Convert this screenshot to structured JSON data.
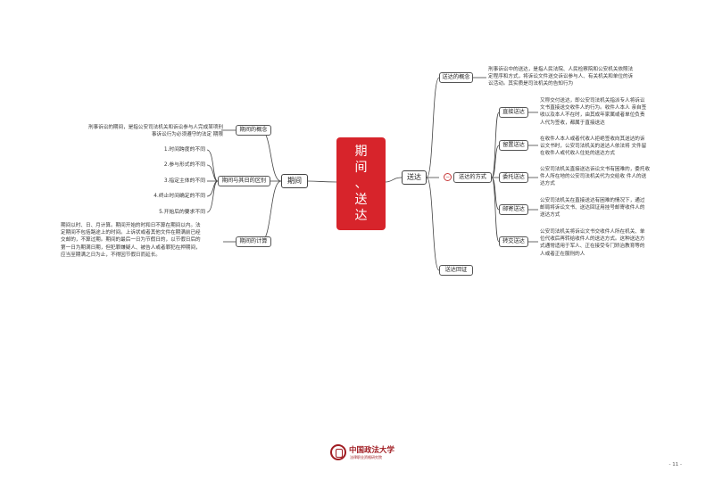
{
  "center": {
    "chars": [
      "期",
      "间",
      "、",
      "送",
      "达"
    ]
  },
  "left": {
    "main": "期间",
    "branches": [
      {
        "label": "期间的概念",
        "note": [
          "刑事诉讼的期间，是指公安司法机关和诉讼参与人完成某项刑",
          "事诉讼行为必须遵守的法定 期限"
        ]
      },
      {
        "label": "期间与其日的区别",
        "items": [
          "1.时间跨度的不同",
          "2.参与形式的不同",
          "3.指定主体的不同",
          "4.终止时间确定的不同",
          "5.开始后的要求不同"
        ]
      },
      {
        "label": "期间的计算",
        "note": [
          "期间以时、日、月计算。期间开始的时和日不算在期间以内。法",
          "定期间不包括路途上的时间。上诉状或者其他文件在期满前已经",
          "交邮的，不算过期。期间的最后一日为节假日的，以节假日后的",
          "第一日为期满日期，但犯罪嫌疑人、被告人或者罪犯在押期间，",
          "应当至期满之日为止，不得因节假日而延长。"
        ]
      }
    ]
  },
  "right": {
    "main": "送达",
    "concept": {
      "label": "送达的概念",
      "note": [
        "刑事诉讼中的送达，是指人民法院、人民检察院和公安机关依照法",
        "定程序和方式，将诉讼文件送交诉讼参与人、有关机关和单位的诉",
        "讼活动。其实质是司法机关的告知行为"
      ]
    },
    "methods": {
      "label": "送达的方式",
      "items": [
        {
          "label": "直接送达",
          "note": [
            "又称交付送达，即公安司法机关指派专人将诉讼",
            "文书直接送交收件人的行为。收件人本人 亲自签",
            "收以及本人不在时，由其成年家属或者单位负责",
            "人代为签收，都属于直接送达"
          ]
        },
        {
          "label": "留置送达",
          "note": [
            "在收件人本人或者代收人拒绝签收向其送达的诉",
            "讼文书时，公安司法机关的送达人依法将 文件留",
            "在收件人或代收人住处的送达方式"
          ]
        },
        {
          "label": "委托送达",
          "note": [
            "公安司法机关直接送达诉讼文书有困难的，委托收",
            "件人所在地的公安司法机关代为交给收 件人的送",
            "达方式"
          ]
        },
        {
          "label": "邮寄送达",
          "note": [
            "公安司法机关在直接送达有困难的情况下，通过",
            "邮局将诉讼文书、送达回证用挂号邮寄收件人的",
            "送达方式"
          ]
        },
        {
          "label": "转交送达",
          "note": [
            "公安司法机关将诉讼文书交收件人所在机关、单",
            "位代收后再转给收件人的送达方式。这种送达方",
            "式通常适用于军人、正在接受专门矫治教育等的",
            "人或者正在服刑的人"
          ]
        }
      ]
    },
    "receipt": {
      "label": "送达回证"
    }
  },
  "footer": {
    "logo_main": "中国政法大学",
    "logo_sub": "法律职业资格研究院",
    "page": "- 11 -"
  },
  "colors": {
    "center_red": "#d7242b",
    "logo_red": "#a01c22",
    "line": "#444444"
  }
}
